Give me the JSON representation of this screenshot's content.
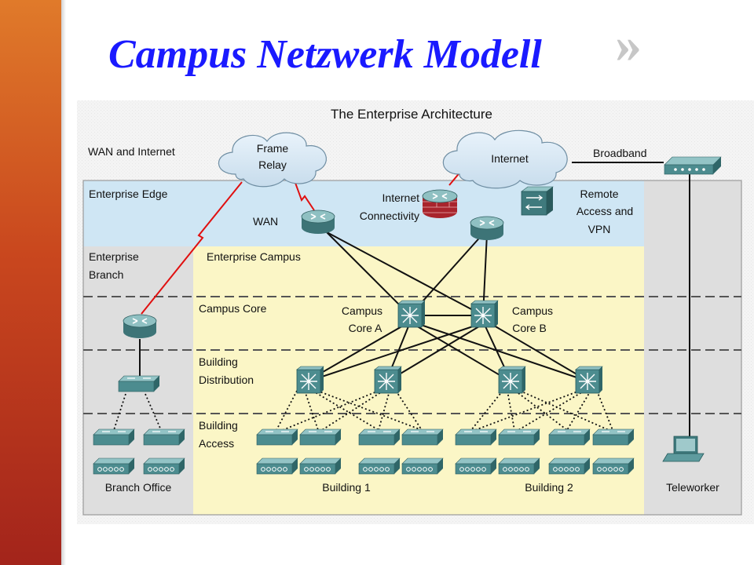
{
  "slide": {
    "title": "Campus Netzwerk Modell",
    "mark": "»"
  },
  "diagram": {
    "title": "The Enterprise Architecture",
    "zones": {
      "wan_internet": "WAN and Internet",
      "enterprise_edge": "Enterprise Edge",
      "enterprise_branch_line1": "Enterprise",
      "enterprise_branch_line2": "Branch",
      "enterprise_campus": "Enterprise Campus",
      "campus_core": "Campus Core",
      "building_distribution_line1": "Building",
      "building_distribution_line2": "Distribution",
      "building_access_line1": "Building",
      "building_access_line2": "Access"
    },
    "clouds": {
      "frame_relay_line1": "Frame",
      "frame_relay_line2": "Relay",
      "internet": "Internet"
    },
    "nodes": {
      "broadband": "Broadband",
      "wan": "WAN",
      "internet_connectivity_line1": "Internet",
      "internet_connectivity_line2": "Connectivity",
      "remote_access_line1": "Remote",
      "remote_access_line2": "Access and",
      "remote_access_line3": "VPN",
      "core_a_line1": "Campus",
      "core_a_line2": "Core A",
      "core_b_line1": "Campus",
      "core_b_line2": "Core B"
    },
    "sites": {
      "branch_office": "Branch Office",
      "building_1": "Building 1",
      "building_2": "Building 2",
      "teleworker": "Teleworker"
    },
    "colors": {
      "edge_band": "#cfe6f4",
      "campus_band": "#fbf6c6",
      "side_band": "#dedede",
      "device": "#4f8f92",
      "wan_link": "#e01010"
    }
  }
}
